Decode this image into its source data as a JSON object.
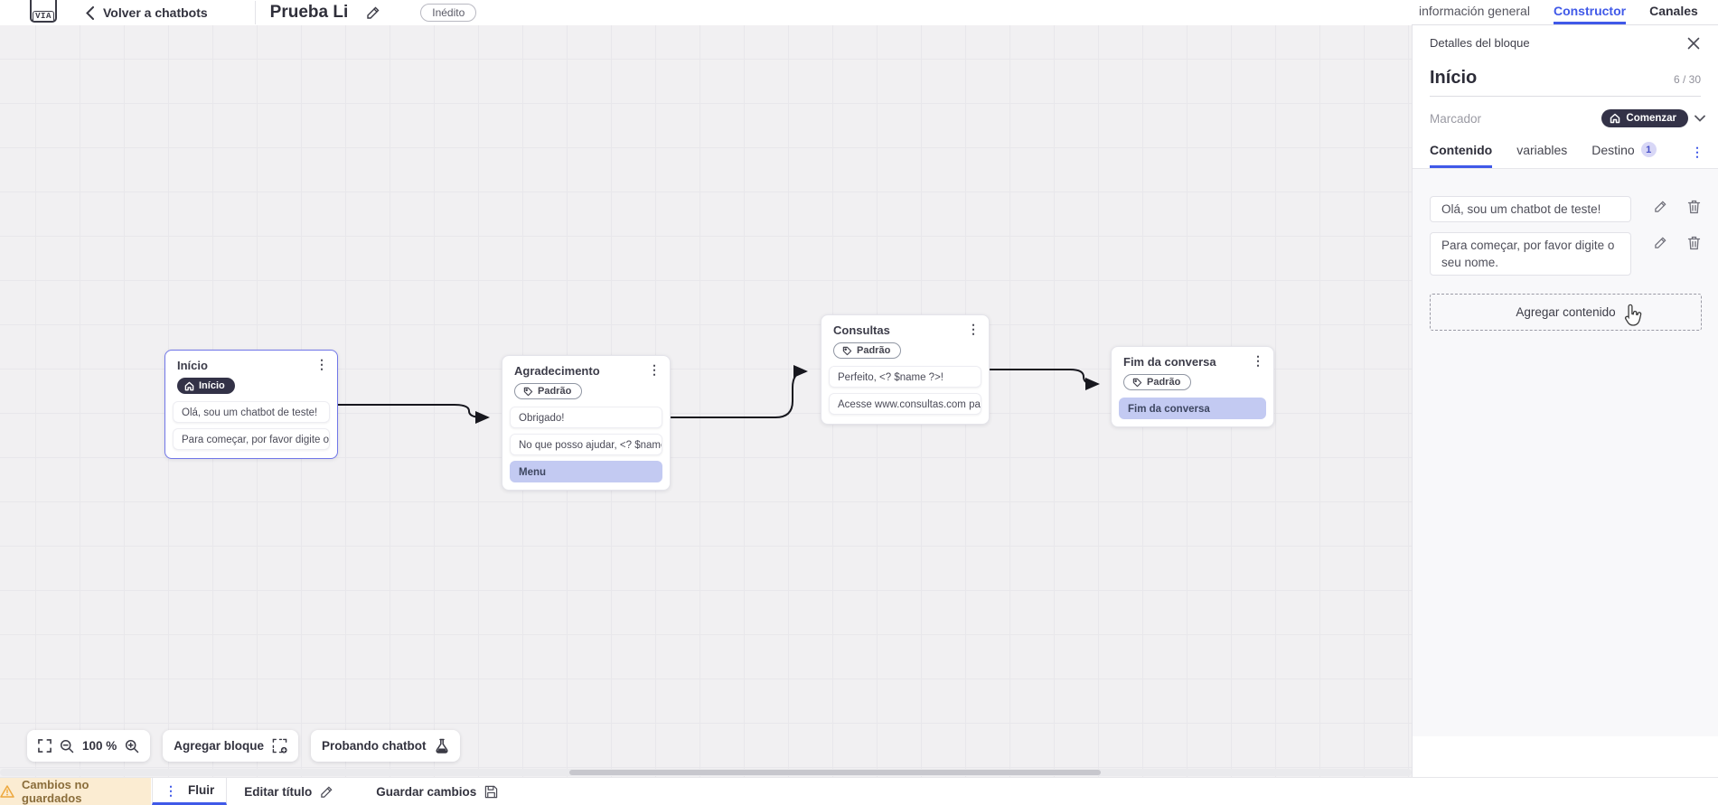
{
  "header": {
    "logo_text": "VIA",
    "back_label": "Volver a chatbots",
    "title": "Prueba Li",
    "status_badge": "Inédito",
    "tabs": [
      {
        "label": "información general",
        "active": false
      },
      {
        "label": "Constructor",
        "active": true
      },
      {
        "label": "Canales",
        "active": false
      }
    ]
  },
  "canvas": {
    "controls": {
      "zoom_level": "100 %",
      "add_block_label": "Agregar bloque",
      "test_chatbot_label": "Probando chatbot"
    },
    "nodes": [
      {
        "title": "Início",
        "badge": "Início",
        "badge_style": "start",
        "selected": true,
        "rows": [
          {
            "text": "Olá, sou um chatbot de teste!",
            "highlight": false
          },
          {
            "text": "Para começar, por favor digite o ...",
            "highlight": false
          }
        ]
      },
      {
        "title": "Agradecimento",
        "badge": "Padrão",
        "badge_style": "default",
        "selected": false,
        "rows": [
          {
            "text": "Obrigado!",
            "highlight": false
          },
          {
            "text": "No que posso ajudar, <? $name ...",
            "highlight": false
          },
          {
            "text": "Menu",
            "highlight": true
          }
        ]
      },
      {
        "title": "Consultas",
        "badge": "Padrão",
        "badge_style": "default",
        "selected": false,
        "rows": [
          {
            "text": "Perfeito, <? $name ?>!",
            "highlight": false
          },
          {
            "text": "Acesse www.consultas.com par...",
            "highlight": false
          }
        ]
      },
      {
        "title": "Fim da conversa",
        "badge": "Padrão",
        "badge_style": "default",
        "selected": false,
        "rows": [
          {
            "text": "Fim da conversa",
            "highlight": true
          }
        ]
      }
    ]
  },
  "sidebar": {
    "panel_title": "Detalles del bloque",
    "block_name": "Início",
    "name_counter": "6 / 30",
    "marker_label": "Marcador",
    "marker_value": "Comenzar",
    "tabs": [
      {
        "label": "Contenido",
        "active": true
      },
      {
        "label": "variables",
        "active": false
      },
      {
        "label": "Destino",
        "active": false,
        "badge": "1"
      }
    ],
    "contents": [
      "Olá, sou um chatbot de teste!",
      "Para começar, por favor digite o seu nome."
    ],
    "add_content_label": "Agregar contenido"
  },
  "bottombar": {
    "unsaved_label": "Cambios no guardados",
    "flow_tab": "Fluir",
    "edit_title_label": "Editar título",
    "save_label": "Guardar cambios"
  },
  "colors": {
    "accent_blue": "#4059e8",
    "selected_node_border": "#7177e8",
    "dark_pill_bg": "#333247",
    "highlight_row_bg": "#c3caf2",
    "unsaved_bg": "#fbecd2",
    "warning_icon": "#eda73c",
    "canvas_bg": "#f1f0f2"
  }
}
